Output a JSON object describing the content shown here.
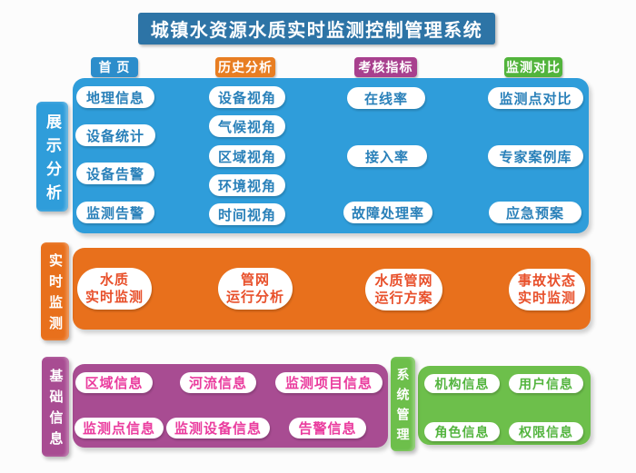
{
  "title": "城镇水资源水质实时监测控制管理系统",
  "colors": {
    "title_bg": "#2D74A6",
    "display_panel": "#2F9DDA",
    "home_header": "#2C8DCB",
    "history_header": "#E87E22",
    "kpi_header": "#A8408E",
    "compare_header": "#52B43C",
    "realtime_panel": "#E8701C",
    "basic_panel": "#A84C92",
    "system_panel": "#6DBF4B",
    "pill_text_blue": "#2980B9",
    "pill_text_orange": "#E8502B",
    "pill_text_pink": "#EA3C9E",
    "pill_text_green": "#53B43E"
  },
  "display_section": {
    "tab": "展示分析",
    "columns": [
      {
        "header": "首 页",
        "items": [
          "地理信息",
          "设备统计",
          "设备告警",
          "监测告警"
        ]
      },
      {
        "header": "历史分析",
        "items": [
          "设备视角",
          "气候视角",
          "区域视角",
          "环境视角",
          "时间视角"
        ]
      },
      {
        "header": "考核指标",
        "items": [
          "在线率",
          "接入率",
          "故障处理率"
        ]
      },
      {
        "header": "监测对比",
        "items": [
          "监测点对比",
          "专家案例库",
          "应急预案"
        ]
      }
    ]
  },
  "realtime_section": {
    "tab": "实时监测",
    "items": [
      "水质\n实时监测",
      "管网\n运行分析",
      "水质管网\n运行方案",
      "事故状态\n实时监测"
    ]
  },
  "basic_section": {
    "tab": "基础信息",
    "items": [
      "区域信息",
      "河流信息",
      "监测项目信息",
      "监测点信息",
      "监测设备信息",
      "告警信息"
    ]
  },
  "system_section": {
    "tab": "系统管理",
    "items": [
      "机构信息",
      "用户信息",
      "角色信息",
      "权限信息"
    ]
  }
}
